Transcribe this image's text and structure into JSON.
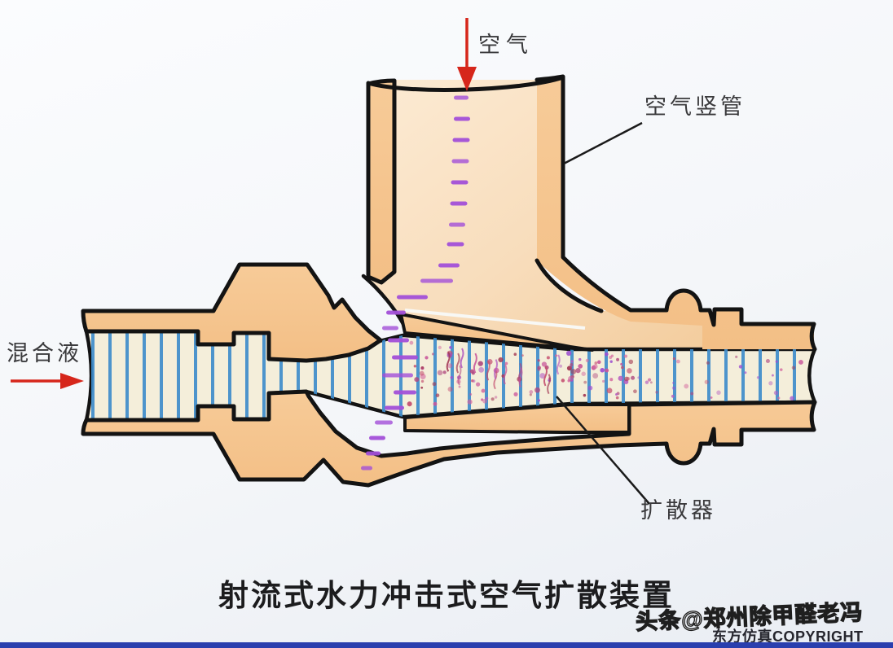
{
  "diagram": {
    "labels": {
      "air": "空气",
      "air_pipe": "空气竖管",
      "mixture": "混合液",
      "diffuser": "扩散器"
    },
    "title": "射流式水力冲击式空气扩散装置",
    "watermark": "头条@郑州除甲醛老冯",
    "copyright": "东方仿真COPYRIGHT",
    "colors": {
      "body_tan": "#F5C48E",
      "interior_peach": "#F8DDBC",
      "channel_cream": "#F4EEDA",
      "stripe_blue": "#3E8CCB",
      "air_dash_purple": "#A24FD8",
      "bubble_pink": "#C9569A",
      "arrow_red": "#D6261B",
      "outline_black": "#131313",
      "bottom_bar_blue": "#2A3FAE"
    }
  }
}
